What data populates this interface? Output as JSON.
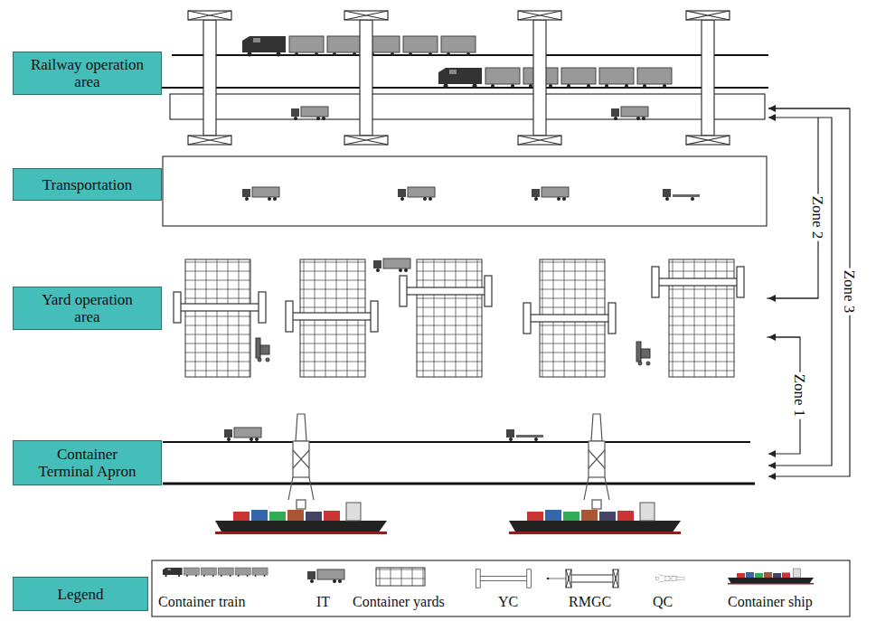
{
  "diagram": {
    "nodes": [
      {
        "text": [
          "Railway operation area"
        ]
      },
      {
        "text": [
          "Transportation"
        ]
      },
      {
        "text": [
          "Yard operation area"
        ]
      },
      {
        "text": [
          "Container Terminal Apron"
        ]
      },
      {
        "text": [
          "Legend"
        ]
      }
    ],
    "labels": [
      "Zone 2",
      "Zone 1",
      "Zone 3"
    ],
    "legend": [
      {
        "text": "Container train"
      },
      {
        "text": "IT"
      },
      {
        "text": "Container yards"
      },
      {
        "text": "YC"
      },
      {
        "text": "RMGC"
      },
      {
        "text": "QC"
      },
      {
        "text": "Container ship"
      }
    ]
  }
}
